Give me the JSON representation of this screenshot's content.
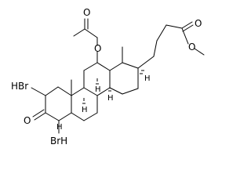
{
  "structure": {
    "atom_labels": {
      "acetate_oxygen": "O",
      "acetate_carbonyl_oxygen": "O",
      "ester_carbonyl_oxygen": "O",
      "ester_methoxy_oxygen": "O",
      "ketone_oxygen": "O",
      "bromo_upper": "HBr",
      "bromo_lower": "BrH"
    },
    "stereo_hydrogens": {
      "h8": "H",
      "h9": "H",
      "h14": "H",
      "h17": "H",
      "h5": "H"
    }
  },
  "colors": {
    "bond": "#000000",
    "text": "#000000",
    "background": "#ffffff"
  }
}
